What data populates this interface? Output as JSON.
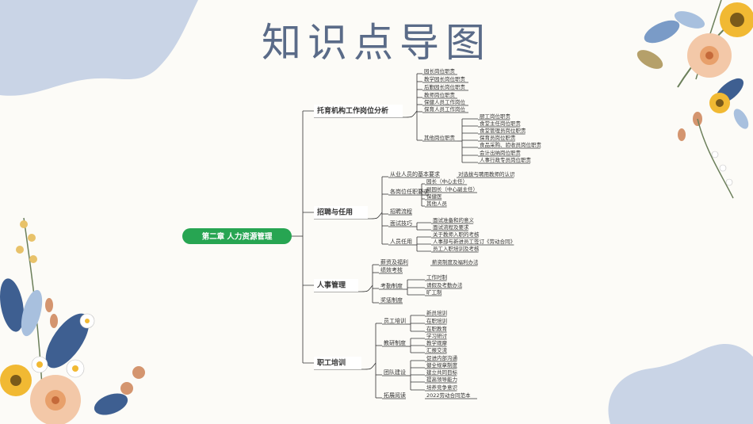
{
  "page": {
    "title": "知识点导图"
  },
  "mindmap": {
    "root": "第二章 人力资源管理",
    "branches": [
      {
        "label": "托育机构工作岗位分析",
        "children": [
          {
            "label": "园长岗位职责"
          },
          {
            "label": "教学园长岗位职责"
          },
          {
            "label": "后勤园长岗位职责"
          },
          {
            "label": "教师岗位职责"
          },
          {
            "label": "保健人员工作岗位"
          },
          {
            "label": "保育人员工作岗位"
          },
          {
            "label": "其他岗位职责",
            "children": [
              "厨工岗位职责",
              "食堂主任岗位职责",
              "食堂管理员岗位职责",
              "保育员岗位职责",
              "食品采购、验收员岗位职责",
              "会计出纳岗位职责",
              "人事行政专员岗位职责"
            ]
          }
        ]
      },
      {
        "label": "招聘与任用",
        "children": [
          {
            "label": "从业人员的基本要求",
            "children": [
              "对选拔与聘用教师的认识"
            ]
          },
          {
            "label": "各岗位任职要求",
            "children": [
              "园长（中心主任）",
              "副园长（中心副主任）",
              "保健医",
              "其他人员"
            ]
          },
          {
            "label": "招聘流程"
          },
          {
            "label": "面试技巧",
            "children": [
              "面试准备和的意义",
              "面试流程及要求"
            ]
          },
          {
            "label": "人员任用",
            "children": [
              "关于教师入职的考核",
              "人事部与新进员工签订《劳动合同》",
              "员工入职培训及考核"
            ]
          }
        ]
      },
      {
        "label": "人事管理",
        "children": [
          {
            "label": "薪资及福利",
            "children": [
              "薪资制度及福利办法"
            ]
          },
          {
            "label": "绩效考核"
          },
          {
            "label": "考勤制度",
            "children": [
              "工作时制",
              "请假及考勤办法",
              "旷工制"
            ]
          },
          {
            "label": "奖惩制度"
          }
        ]
      },
      {
        "label": "职工培训",
        "children": [
          {
            "label": "员工培训",
            "children": [
              "新员培训",
              "在职培训",
              "在职教育"
            ]
          },
          {
            "label": "教研制度",
            "children": [
              "学习研讨",
              "教学观摩",
              "汇报交流"
            ]
          },
          {
            "label": "团队建设",
            "children": [
              "促进内部沟通",
              "健全规章制度",
              "建立共同目标",
              "提高领导能力",
              "培养竞争意识"
            ]
          },
          {
            "label": "拓展阅读",
            "children": [
              "2022劳动合同范本"
            ]
          }
        ]
      }
    ]
  },
  "colors": {
    "root_fill": "#27a552",
    "line": "#333333",
    "title": "#5a6b88",
    "blob": "#c9d4e6"
  }
}
